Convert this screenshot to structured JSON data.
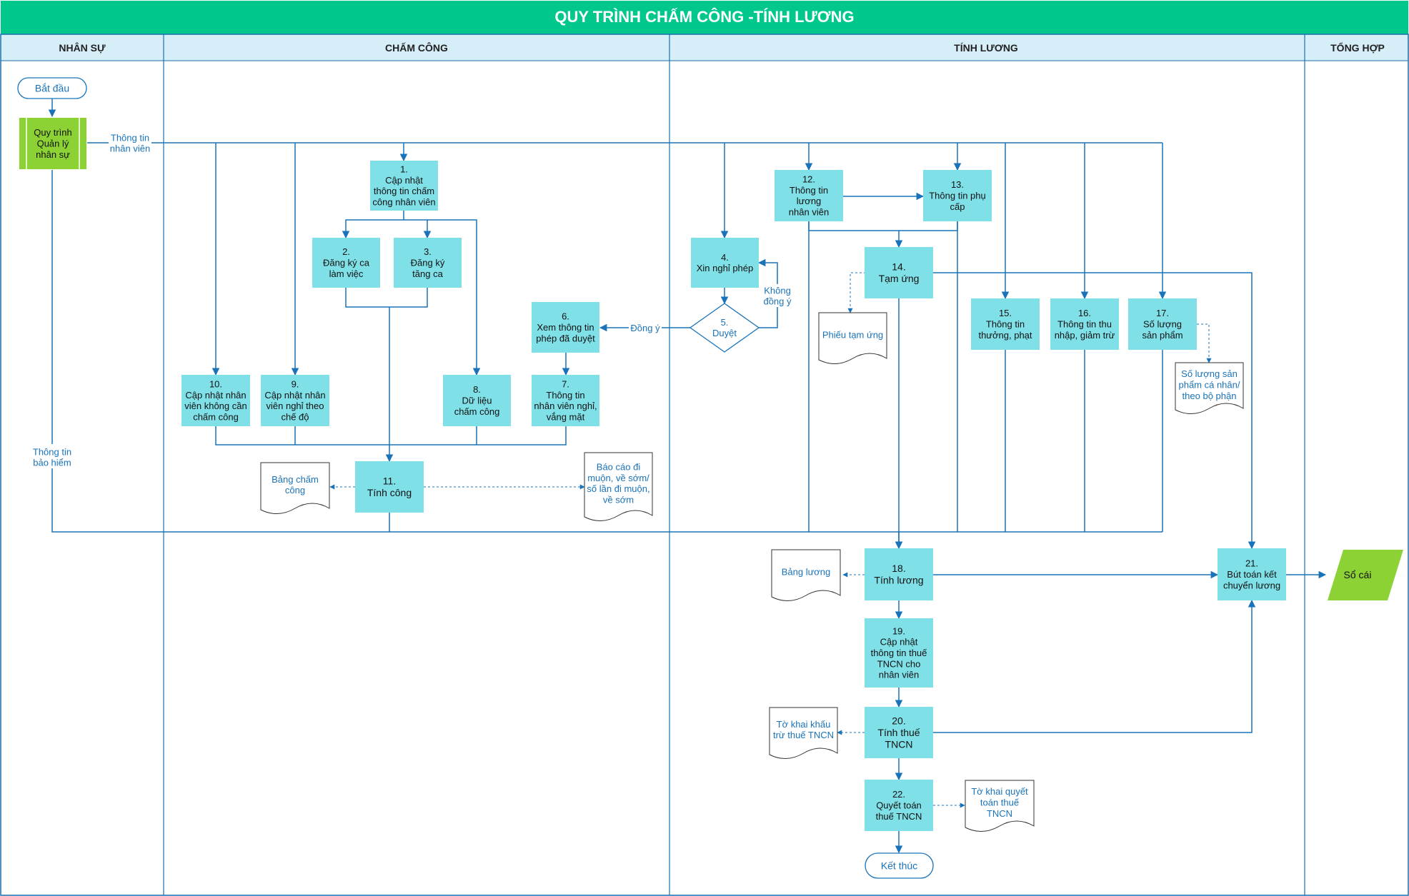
{
  "title": "QUY TRÌNH CHẤM CÔNG -TÍNH LƯƠNG",
  "colors": {
    "title_bg": "#00C78C",
    "lane_header_bg": "#D6EEF8",
    "process_fill": "#7FE0E8",
    "subprocess_fill": "#8CD234",
    "ledger_fill": "#8CD234",
    "line": "#1A73B8",
    "label_text": "#1A73B8",
    "border": "#1A6FB0"
  },
  "lanes": [
    "NHÂN SỰ",
    "CHẤM CÔNG",
    "TÍNH LƯƠNG",
    "TỔNG HỢP"
  ],
  "terminals": {
    "start": "Bắt đầu",
    "end": "Kết thúc"
  },
  "subprocess": [
    "Quy trình",
    "Quản lý",
    "nhân sự"
  ],
  "steps": {
    "s1": [
      "1.",
      "Cập nhật",
      "thông tin chấm",
      "công nhân viên"
    ],
    "s2": [
      "2.",
      "Đăng ký ca",
      "làm việc"
    ],
    "s3": [
      "3.",
      "Đăng ký",
      "tăng ca"
    ],
    "s4": [
      "4.",
      "Xin nghỉ phép"
    ],
    "s5": [
      "5.",
      "Duyệt"
    ],
    "s6": [
      "6.",
      "Xem thông tin",
      "phép đã duyệt"
    ],
    "s7": [
      "7.",
      "Thông tin",
      "nhân viên nghỉ,",
      "vắng mặt"
    ],
    "s8": [
      "8.",
      "Dữ liệu",
      "chấm công"
    ],
    "s9": [
      "9.",
      "Cập nhật nhân",
      "viên nghỉ theo",
      "chế độ"
    ],
    "s10": [
      "10.",
      "Cập nhật nhân",
      "viên không cần",
      "chấm công"
    ],
    "s11": [
      "11.",
      "Tính công"
    ],
    "s12": [
      "12.",
      "Thông tin",
      "lương",
      "nhân viên"
    ],
    "s13": [
      "13.",
      "Thông tin phụ",
      "cấp"
    ],
    "s14": [
      "14.",
      "Tạm ứng"
    ],
    "s15": [
      "15.",
      "Thông tin",
      "thưởng, phạt"
    ],
    "s16": [
      "16.",
      "Thông tin thu",
      "nhập, giảm trừ"
    ],
    "s17": [
      "17.",
      "Số lượng",
      "sản phẩm"
    ],
    "s18": [
      "18.",
      "Tính lương"
    ],
    "s19": [
      "19.",
      "Cập nhật",
      "thông tin thuế",
      "TNCN cho",
      "nhân viên"
    ],
    "s20": [
      "20.",
      "Tính thuế",
      "TNCN"
    ],
    "s21": [
      "21.",
      "Bút toán kết",
      "chuyển lương"
    ],
    "s22": [
      "22.",
      "Quyết toán",
      "thuế TNCN"
    ]
  },
  "documents": {
    "d_bang_cham_cong": [
      "Bảng chấm",
      "công"
    ],
    "d_bao_cao": [
      "Báo cáo đi",
      "muộn, về sớm/",
      "số lần đi muộn,",
      "về sớm"
    ],
    "d_phieu_tam_ung": [
      "Phiếu tạm ứng"
    ],
    "d_so_luong_sp": [
      "Số lượng sản",
      "phẩm cá nhân/",
      "theo bộ phận"
    ],
    "d_bang_luong": [
      "Bảng lương"
    ],
    "d_to_khai_khau_tru": [
      "Tờ khai khấu",
      "trừ thuế TNCN"
    ],
    "d_to_khai_quyet_toan": [
      "Tờ khai quyết",
      "toán thuế",
      "TNCN"
    ]
  },
  "ledger": "Sổ cái",
  "edge_labels": {
    "thong_tin_nhan_vien": [
      "Thông tin",
      "nhân viên"
    ],
    "thong_tin_bao_hiem": [
      "Thông tin",
      "bảo hiểm"
    ],
    "dong_y": "Đồng ý",
    "khong_dong_y": [
      "Không",
      "đồng ý"
    ]
  }
}
